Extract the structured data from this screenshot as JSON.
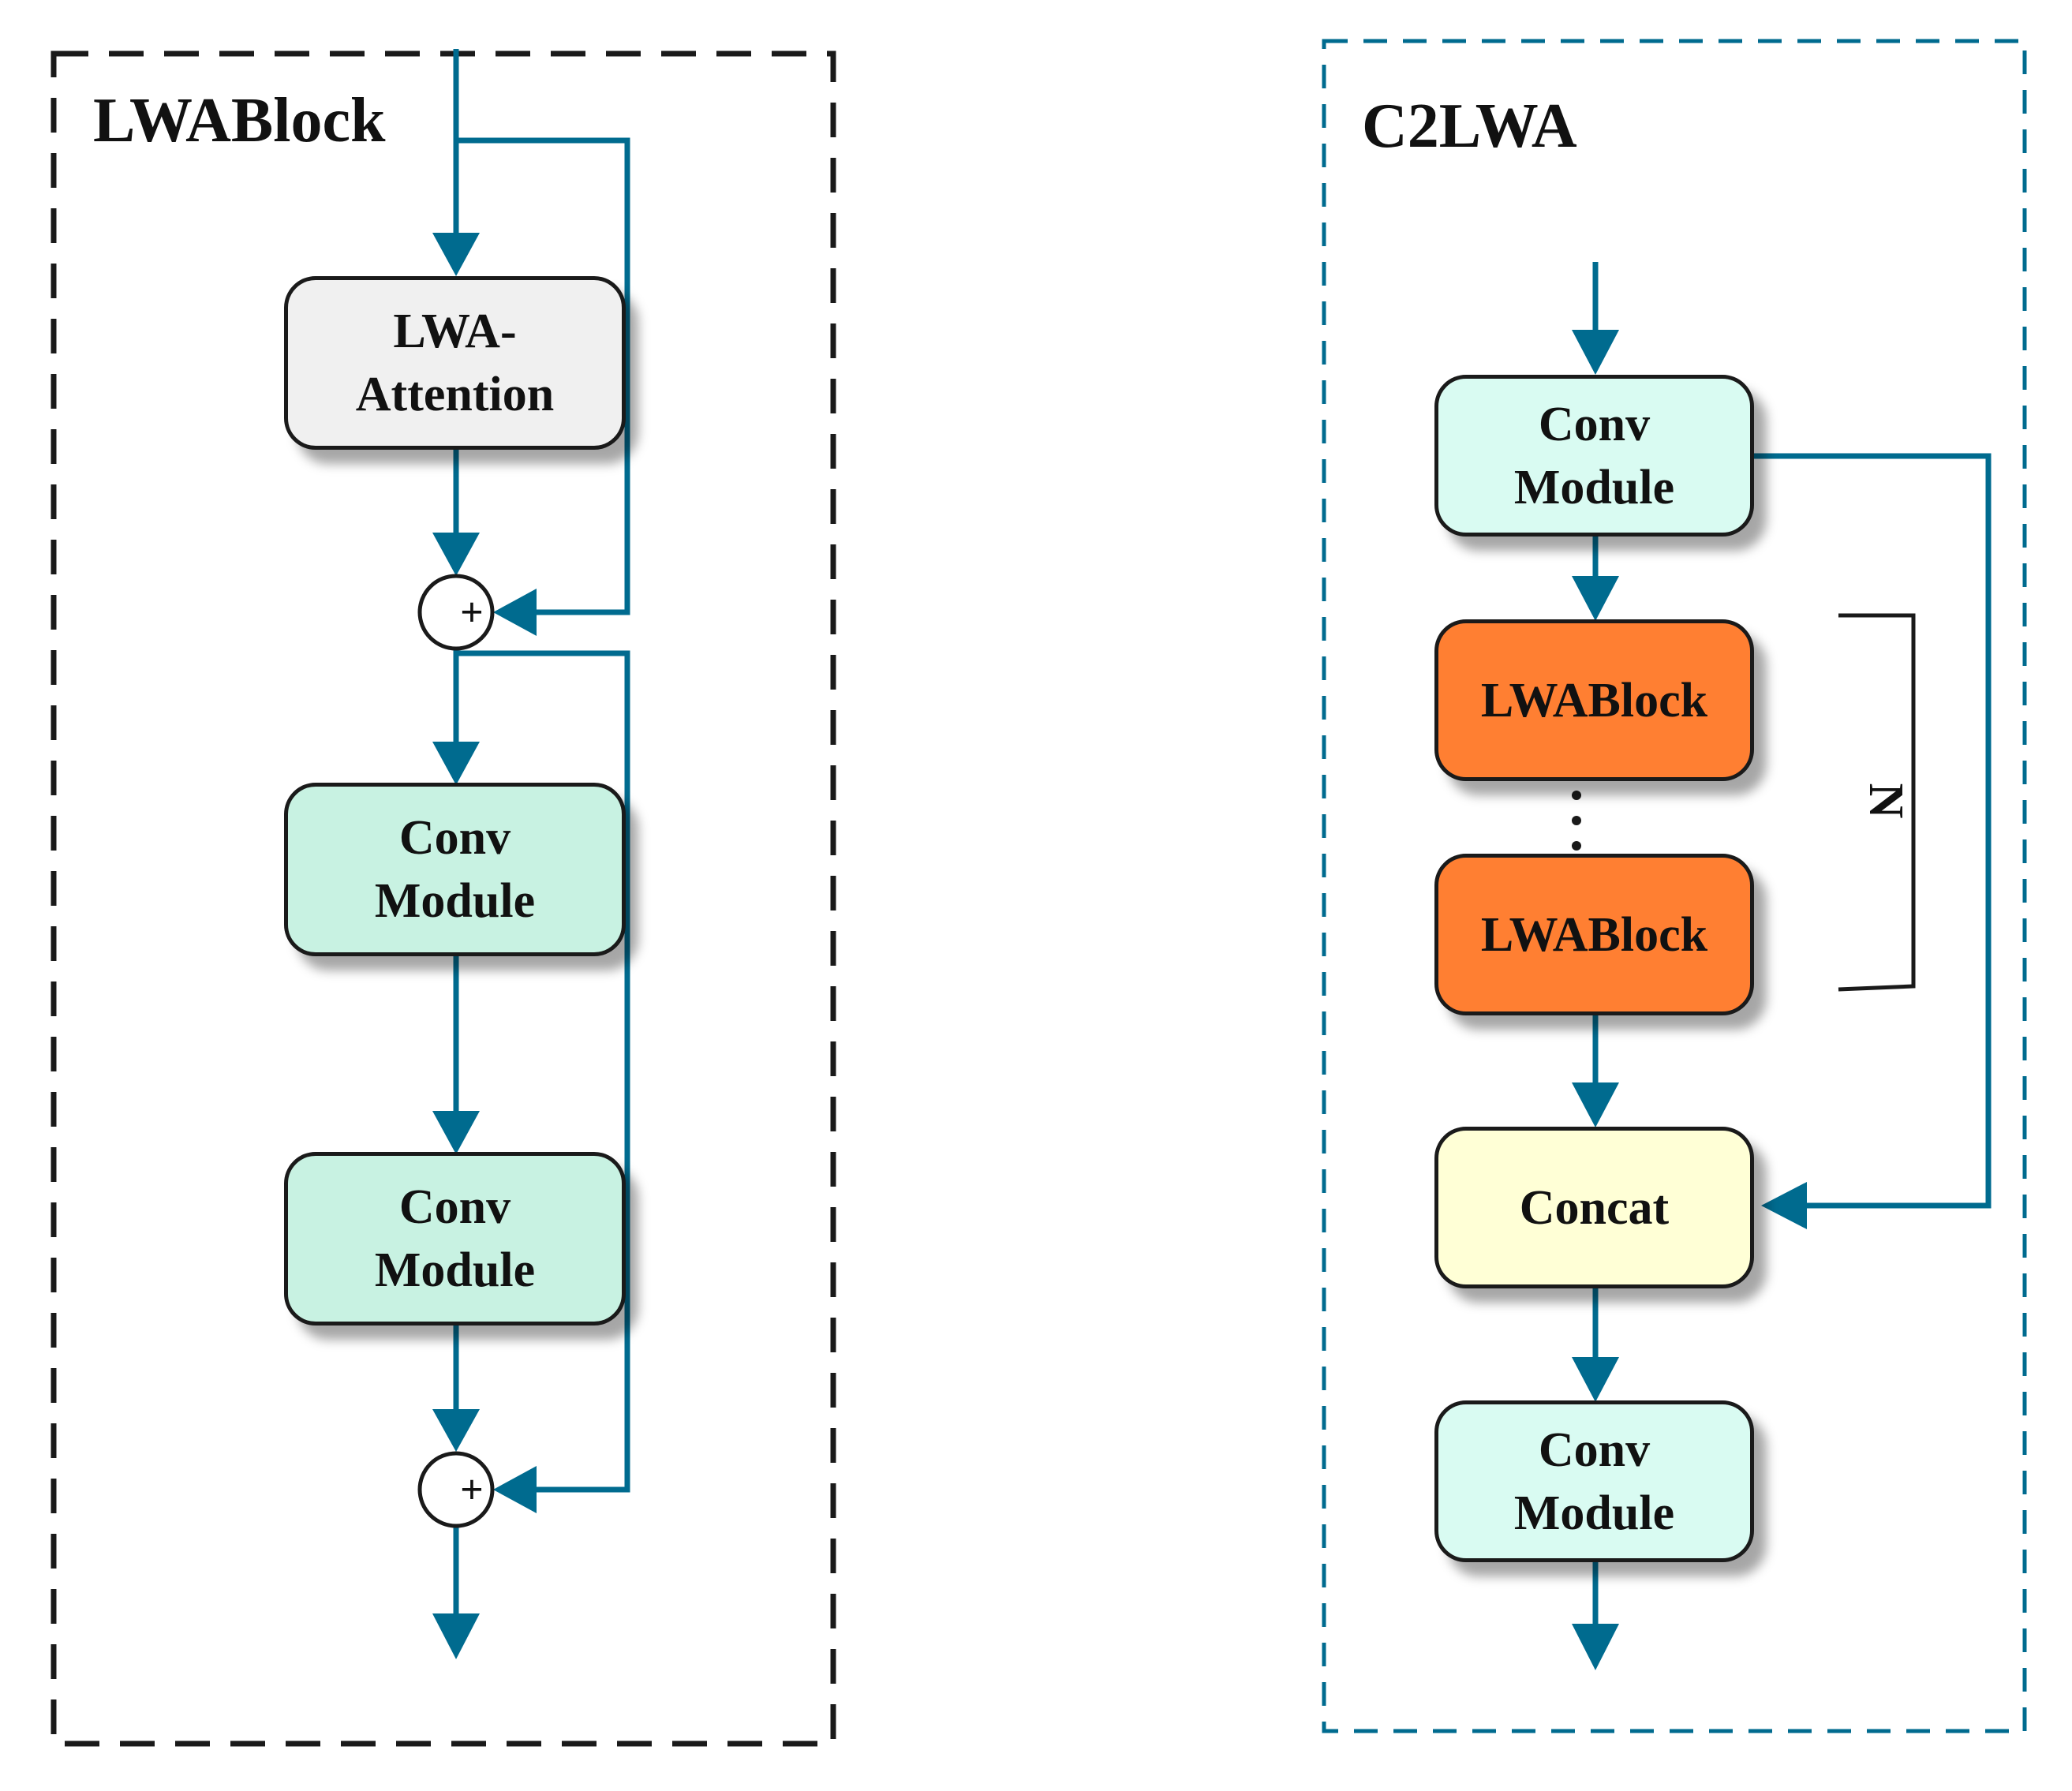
{
  "colors": {
    "arrow": "#006b8f",
    "attention_fill": "#f0f0f0",
    "conv_fill_left": "#c8f2e2",
    "conv_fill_right": "#d9fbf2",
    "lwablock_fill": "#ff7f32",
    "concat_fill": "#ffffd6",
    "left_panel_border": "#1a1a1a",
    "right_panel_border": "#006b8f"
  },
  "left_panel": {
    "title": "LWABlock",
    "attention_label": "LWA-\nAttention",
    "conv1_label": "Conv\nModule",
    "conv2_label": "Conv\nModule",
    "add_symbol_1": "+",
    "add_symbol_2": "+"
  },
  "right_panel": {
    "title": "C2LWA",
    "conv_top_label": "Conv\nModule",
    "lwablock1_label": "LWABlock",
    "lwablock2_label": "LWABlock",
    "concat_label": "Concat",
    "conv_bottom_label": "Conv\nModule",
    "repeat_label": "N"
  }
}
